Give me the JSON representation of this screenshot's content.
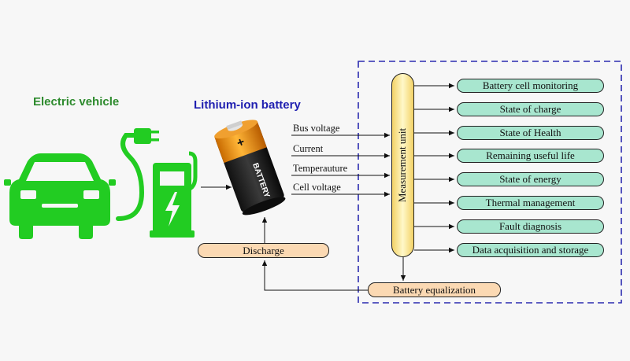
{
  "titles": {
    "electric_vehicle": "Electric vehicle",
    "battery": "Lithium-ion battery"
  },
  "battery_label": "BATTERY",
  "battery_plus": "+",
  "signals": [
    "Bus voltage",
    "Current",
    "Temperauture",
    "Cell voltage"
  ],
  "measurement_unit": "Measurement unit",
  "outputs": [
    "Battery cell monitoring",
    "State of charge",
    "State of Health",
    "Remaining useful life",
    "State of energy",
    "Thermal management",
    "Fault diagnosis",
    "Data acquisition and storage"
  ],
  "discharge": "Discharge",
  "equalization": "Battery equalization",
  "colors": {
    "ev_green": "#22cc22",
    "ev_title": "#2e8b2e",
    "battery_title": "#1f1fb0",
    "dashed_border": "#2b2bb0",
    "output_fill": "#a8e6cf",
    "peach_fill": "#fbd9b3",
    "measurement_fill": "#f3d266"
  },
  "icons": [
    "car-icon",
    "charging-plug-icon",
    "charging-station-icon",
    "lightning-bolt-icon",
    "battery-icon"
  ]
}
